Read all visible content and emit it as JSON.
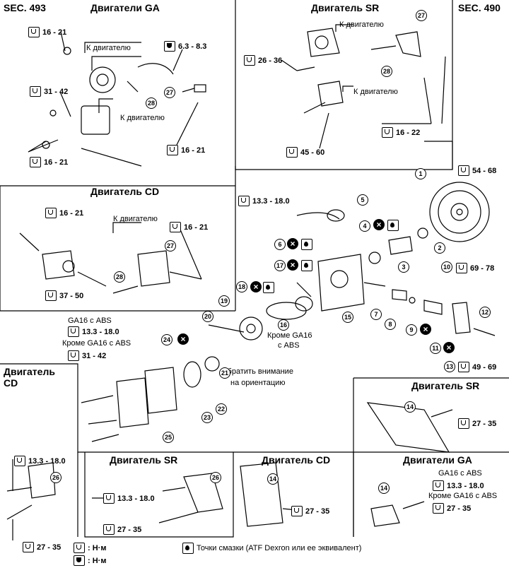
{
  "sections": {
    "sec493": "SEC. 493",
    "sec490": "SEC. 490"
  },
  "panels": {
    "ga_top": "Двигатели GA",
    "sr_top": "Двигатель SR",
    "cd_mid": "Двигатель CD",
    "cd_left_line1": "Двигатель",
    "cd_left_line2": "CD",
    "sr_right": "Двигатель SR",
    "sr_bottom": "Двигатель SR",
    "cd_bottom": "Двигатель CD",
    "ga_bottom": "Двигатели GA"
  },
  "labels": {
    "to_engine_1": "К двигателю",
    "to_engine_2": "К двигателю",
    "to_engine_3": "К двигателю",
    "to_engine_4": "К двигателю",
    "to_engine_5": "К двигателю",
    "ga16_abs": "GA16 с ABS",
    "except_ga16_abs": "Кроме GA16 с ABS",
    "except_ga16_abs_2_line1": "Кроме GA16",
    "except_ga16_abs_2_line2": "с ABS",
    "orient_line1": "Обратить внимание",
    "orient_line2": "на ориентацию",
    "ga16_abs_b": "GA16 с ABS",
    "except_ga16_abs_b": "Кроме GA16 с ABS"
  },
  "torques": [
    "16 - 21",
    "6.3 - 8.3",
    "31 - 42",
    "16 - 21",
    "16 - 21",
    "26 - 36",
    "16 - 22",
    "45 - 60",
    "16 - 21",
    "16 - 21",
    "37 - 50",
    "13.3 - 18.0",
    "54 - 68",
    "69 - 78",
    "49 - 69",
    "13.3 - 18.0",
    "31 - 42",
    "27 - 35",
    "13.3 - 18.0",
    "27 - 35",
    "13.3 - 18.0",
    "27 - 35",
    "27 - 35",
    "13.3 - 18.0",
    "27 - 35"
  ],
  "part_numbers": [
    "1",
    "2",
    "3",
    "4",
    "5",
    "6",
    "7",
    "8",
    "9",
    "10",
    "11",
    "12",
    "13",
    "14",
    "15",
    "16",
    "17",
    "18",
    "19",
    "20",
    "21",
    "22",
    "23",
    "24",
    "25",
    "26",
    "27",
    "28"
  ],
  "legend": {
    "nm_1": ": Н·м",
    "nm_2": ": Н·м",
    "lube": "Точки смазки (ATF Dexron или ее эквивалент)"
  }
}
